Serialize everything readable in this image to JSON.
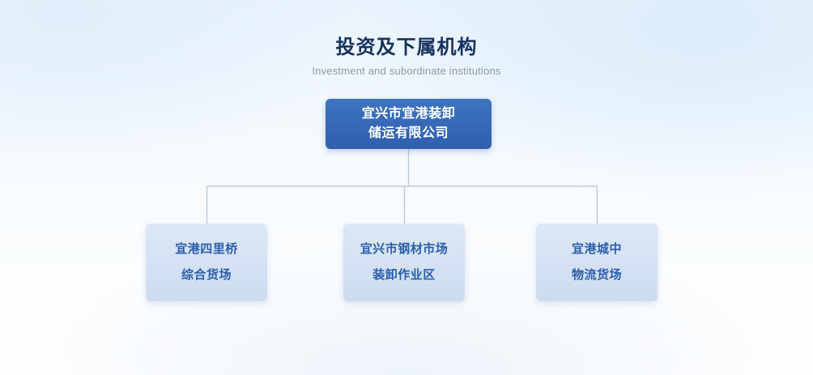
{
  "heading": {
    "title_cn": "投资及下属机构",
    "title_en": "Investment and subordinate institutions"
  },
  "colors": {
    "root_node_fill": "#2f5fae",
    "root_node_text": "#ffffff",
    "child_node_fill": "#d3e1f3",
    "child_node_text": "#2a5eab",
    "connector": "#b9cadd",
    "title_cn": "#15325e",
    "title_en": "#8e9aa8",
    "background": "#eaf3fb"
  },
  "org_chart": {
    "root": {
      "line1": "宜兴市宜港装卸",
      "line2": "储运有限公司"
    },
    "children": [
      {
        "line1": "宜港四里桥",
        "line2": "综合货场"
      },
      {
        "line1": "宜兴市钢材市场",
        "line2": "装卸作业区"
      },
      {
        "line1": "宜港城中",
        "line2": "物流货场"
      }
    ]
  }
}
